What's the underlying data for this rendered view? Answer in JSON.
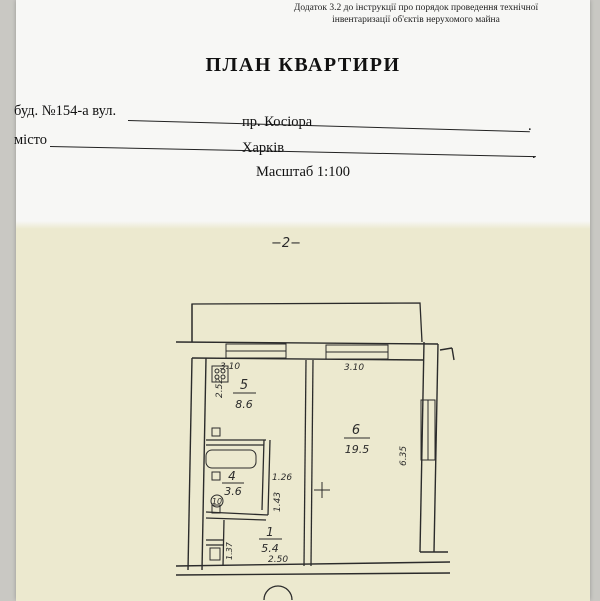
{
  "header": {
    "note_line1": "Додаток 3.2 до інструкції про порядок проведення технічної",
    "note_line2": "інвентаризації об'єктів нерухомого майна",
    "title": "ПЛАН КВАРТИРИ"
  },
  "address": {
    "building_label": "буд. №154-а вул.",
    "street_value": "пр. Косіора",
    "city_label": "місто",
    "city_value": "Харків",
    "trailing_dot": "."
  },
  "scale": "Масштаб 1:100",
  "plan": {
    "floor_mark": "−2−",
    "rooms": [
      {
        "number": "5",
        "area": "8.6"
      },
      {
        "number": "6",
        "area": "19.5"
      },
      {
        "number": "4",
        "area": "3.6"
      },
      {
        "number": "1",
        "area": "5.4"
      }
    ],
    "dimensions": {
      "room5_top": "3.10",
      "room6_top": "3.10",
      "room5_side": "2.52",
      "room6_side": "6.35",
      "bath_width": "1.26",
      "bath_side": "1.43",
      "hall_bottom": "2.50",
      "closet_side": "1.37",
      "stove_mark": "⊙",
      "meter_mark": "10"
    }
  }
}
